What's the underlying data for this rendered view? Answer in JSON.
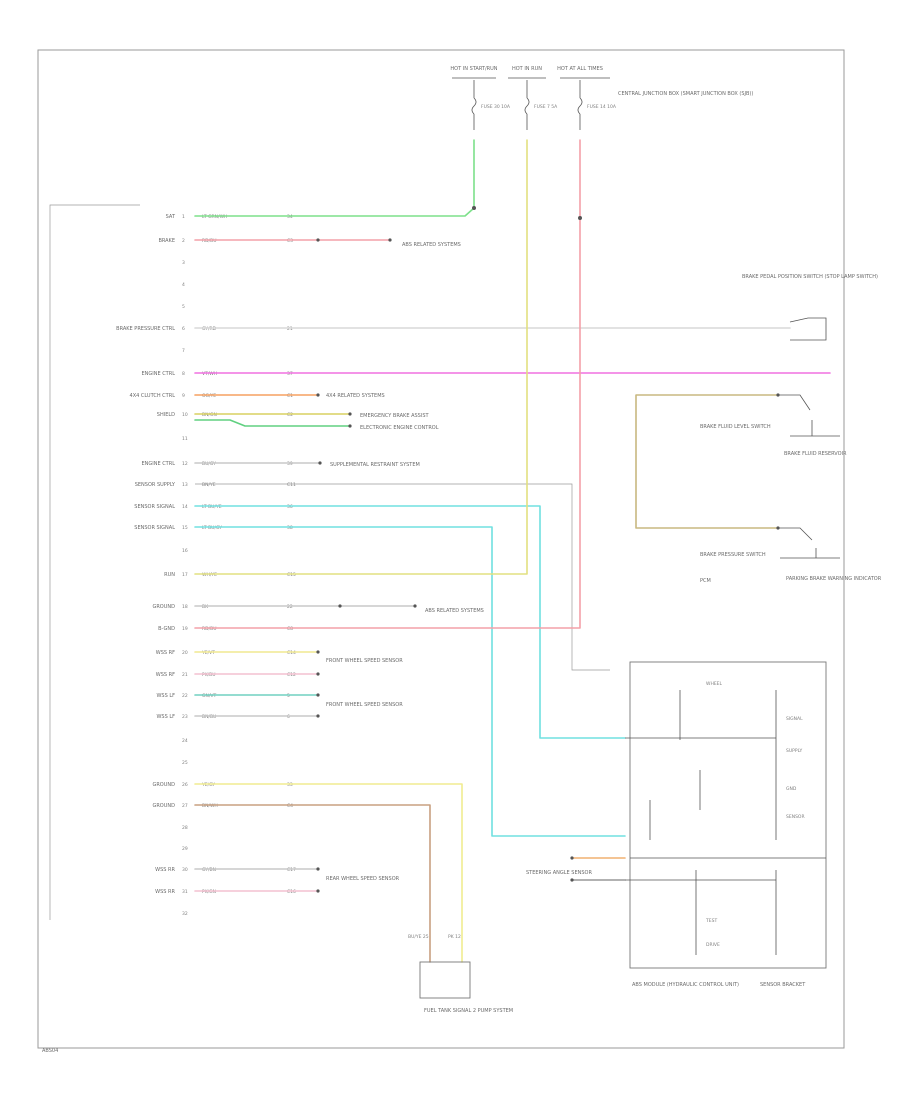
{
  "diagram": {
    "fuse_headers": [
      {
        "label": "HOT IN START/RUN"
      },
      {
        "label": "HOT IN RUN"
      },
      {
        "label": "HOT AT ALL TIMES"
      }
    ],
    "fuse_box_label": "CENTRAL JUNCTION BOX (SMART JUNCTION BOX (SJB))",
    "fuses": [
      {
        "label": "FUSE 30 10A"
      },
      {
        "label": "FUSE 7 5A"
      },
      {
        "label": "FUSE 14 10A"
      }
    ],
    "left_pins": [
      {
        "label": "SAT",
        "pin": "1",
        "wire_code": "LT GRN/WH",
        "circuit": "34"
      },
      {
        "label": "BRAKE",
        "pin": "2",
        "wire_code": "RD/BU",
        "circuit": "C3"
      },
      {
        "label": "",
        "pin": "3",
        "wire_code": "",
        "circuit": ""
      },
      {
        "label": "",
        "pin": "4",
        "wire_code": "",
        "circuit": ""
      },
      {
        "label": "",
        "pin": "5",
        "wire_code": "",
        "circuit": ""
      },
      {
        "label": "BRAKE PRESSURE CTRL",
        "pin": "6",
        "wire_code": "GY/RD",
        "circuit": "21"
      },
      {
        "label": "",
        "pin": "7",
        "wire_code": "",
        "circuit": ""
      },
      {
        "label": "ENGINE CTRL",
        "pin": "8",
        "wire_code": "VT/WH",
        "circuit": "37"
      },
      {
        "label": "4X4 CLUTCH CTRL",
        "pin": "9",
        "wire_code": "OG/YE",
        "circuit": "C1"
      },
      {
        "label": "SHIELD",
        "pin": "10",
        "wire_code": "BN/GN",
        "circuit": "C2"
      },
      {
        "label": "",
        "pin": "11",
        "wire_code": "",
        "circuit": ""
      },
      {
        "label": "ENGINE CTRL",
        "pin": "12",
        "wire_code": "BU/GY",
        "circuit": "39"
      },
      {
        "label": "SENSOR SUPPLY",
        "pin": "13",
        "wire_code": "BN/YE",
        "circuit": "C11"
      },
      {
        "label": "SENSOR SIGNAL",
        "pin": "14",
        "wire_code": "LT BU/YE",
        "circuit": "36"
      },
      {
        "label": "SENSOR SIGNAL",
        "pin": "15",
        "wire_code": "LT BU/GY",
        "circuit": "38"
      },
      {
        "label": "",
        "pin": "16",
        "wire_code": "",
        "circuit": ""
      },
      {
        "label": "RUN",
        "pin": "17",
        "wire_code": "WH/YE",
        "circuit": "C15"
      },
      {
        "label": "GROUND",
        "pin": "18",
        "wire_code": "BK",
        "circuit": "22"
      },
      {
        "label": "B-GND",
        "pin": "19",
        "wire_code": "RD/BU",
        "circuit": "C8"
      },
      {
        "label": "WSS RF",
        "pin": "20",
        "wire_code": "YE/VT",
        "circuit": "C14"
      },
      {
        "label": "WSS RF",
        "pin": "21",
        "wire_code": "PK/BU",
        "circuit": "C12"
      },
      {
        "label": "WSS LF",
        "pin": "22",
        "wire_code": "GN/VT",
        "circuit": "5"
      },
      {
        "label": "WSS LF",
        "pin": "23",
        "wire_code": "BN/BU",
        "circuit": "6"
      },
      {
        "label": "",
        "pin": "24",
        "wire_code": "",
        "circuit": ""
      },
      {
        "label": "",
        "pin": "25",
        "wire_code": "",
        "circuit": ""
      },
      {
        "label": "GROUND",
        "pin": "26",
        "wire_code": "YE/GY",
        "circuit": "33"
      },
      {
        "label": "GROUND",
        "pin": "27",
        "wire_code": "BN/WH",
        "circuit": "C4"
      },
      {
        "label": "",
        "pin": "28",
        "wire_code": "",
        "circuit": ""
      },
      {
        "label": "",
        "pin": "29",
        "wire_code": "",
        "circuit": ""
      },
      {
        "label": "WSS RR",
        "pin": "30",
        "wire_code": "GY/BN",
        "circuit": "C17"
      },
      {
        "label": "WSS RR",
        "pin": "31",
        "wire_code": "PK/GN",
        "circuit": "C16"
      },
      {
        "label": "",
        "pin": "32",
        "wire_code": "",
        "circuit": ""
      }
    ],
    "destinations": [
      {
        "label": "ABS RELATED SYSTEMS",
        "row": 1
      },
      {
        "label": "4X4 RELATED SYSTEMS",
        "row": 8
      },
      {
        "label": "EMERGENCY BRAKE ASSIST",
        "row": 9
      },
      {
        "label": "ELECTRONIC ENGINE CONTROL",
        "row": 10
      },
      {
        "label": "SUPPLEMENTAL RESTRAINT SYSTEM",
        "row": 12
      },
      {
        "label": "ABS RELATED SYSTEMS",
        "row": 18
      },
      {
        "label": "FRONT WHEEL SPEED SENSOR",
        "row": 19
      },
      {
        "label": "FRONT WHEEL SPEED SENSOR",
        "row": 21
      },
      {
        "label": "REAR WHEEL SPEED SENSOR",
        "row": 29
      }
    ],
    "right_components": [
      {
        "label": "BRAKE PEDAL POSITION SWITCH (STOP LAMP SWITCH)"
      },
      {
        "label": "BRAKE FLUID LEVEL SWITCH"
      },
      {
        "label": "BRAKE FLUID RESERVOIR"
      },
      {
        "label": "BRAKE PRESSURE SWITCH"
      },
      {
        "label": "PARKING BRAKE WARNING INDICATOR"
      },
      {
        "label": "PCM"
      },
      {
        "label": "STEERING ANGLE SENSOR"
      }
    ],
    "inner_box_labels": [
      "WHEEL",
      "SIGNAL",
      "SUPPLY",
      "GND",
      "SENSOR",
      "TEST",
      "DRIVE"
    ],
    "lower_component": {
      "label": "FUEL TANK SIGNAL 2 PUMP SYSTEM"
    },
    "lower_wires": [
      {
        "label": "BU/YE 25"
      },
      {
        "label": "PK 12"
      }
    ],
    "module_label": "ABS MODULE (HYDRAULIC CONTROL UNIT)",
    "bottom_right_label": "SENSOR BRACKET",
    "corner_label": "ABS04"
  }
}
